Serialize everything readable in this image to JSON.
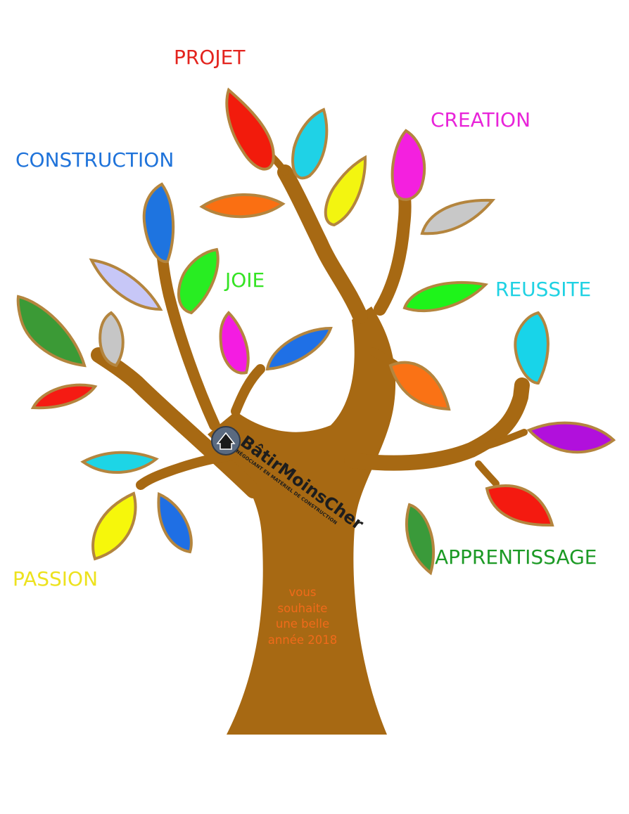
{
  "words": [
    {
      "id": "projet",
      "text": "PROJET",
      "color": "#e3241e"
    },
    {
      "id": "creation",
      "text": "CREATION",
      "color": "#e824d9"
    },
    {
      "id": "construction",
      "text": "CONSTRUCTION",
      "color": "#1f73da"
    },
    {
      "id": "joie",
      "text": "JOIE",
      "color": "#35e324"
    },
    {
      "id": "reussite",
      "text": "REUSSITE",
      "color": "#1fd2e3"
    },
    {
      "id": "apprentissage",
      "text": "APPRENTISSAGE",
      "color": "#1c9a25"
    },
    {
      "id": "passion",
      "text": "PASSION",
      "color": "#ede21e"
    }
  ],
  "logo": {
    "brand": "BâtirMoinsCher",
    "tagline": "NÉGOCIANT EN MATÉRIEL DE CONSTRUCTION",
    "icon": "house-icon"
  },
  "greeting": {
    "lines": [
      "vous",
      "souhaite",
      "une belle",
      "année 2018"
    ],
    "color": "#f06a1a"
  },
  "colors": {
    "trunk": "#a76913",
    "leaf_outline": "#b4853e",
    "logo_badge": "#5a6a80"
  }
}
